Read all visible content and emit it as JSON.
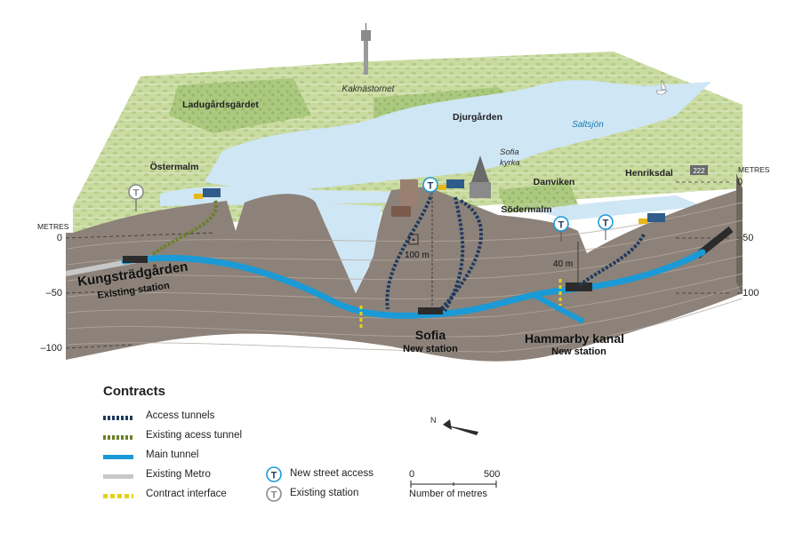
{
  "places": {
    "kaknastornet": "Kaknästornet",
    "ladugardsgardet": "Ladugårdsgärdet",
    "djurgarden": "Djurgården",
    "saltsjon": "Saltsjön",
    "ostermalm": "Östermalm",
    "sofia_kyrka_1": "Sofia",
    "sofia_kyrka_2": "kyrka",
    "danviken": "Danviken",
    "henriksdal": "Henriksdal",
    "sodermalm": "Södermalm",
    "road_222": "222"
  },
  "depth_axis": {
    "left_title": "METRES",
    "right_title": "METRES",
    "left_ticks": [
      "0",
      "–50",
      "–100"
    ],
    "right_ticks": [
      "0",
      "–50",
      "–100"
    ]
  },
  "stations": {
    "kungstradgarden_name": "Kungsträdgården",
    "kungstradgarden_sub": "Existing station",
    "sofia_name": "Sofia",
    "sofia_sub": "New station",
    "hammarby_name": "Hammarby kanal",
    "hammarby_sub": "New station"
  },
  "depth_marks": {
    "sofia_depth": "100 m",
    "hammarby_depth": "40 m"
  },
  "legend": {
    "title": "Contracts",
    "items": [
      {
        "label": "Access tunnels",
        "color": "#1f3a5f"
      },
      {
        "label": "Existing acess tunnel",
        "color": "#6b7f2a"
      },
      {
        "label": "Main tunnel",
        "color": "#1a9ad6"
      },
      {
        "label": "Existing Metro",
        "color": "#c8c8c8"
      },
      {
        "label": "Contract interface",
        "color": "#e6d21a"
      }
    ],
    "icons": [
      {
        "label": "New street access",
        "icon": "T-new-access-icon"
      },
      {
        "label": "Existing station",
        "icon": "T-existing-station-icon"
      }
    ]
  },
  "scale_bar": {
    "start": "0",
    "end": "500",
    "label": "Number of metres"
  },
  "colors": {
    "land": "#c9dba0",
    "water": "#cfe6f5",
    "rock": "#8c8279",
    "rock_top": "#a69d93",
    "main_tunnel": "#1a9ad6",
    "access_tunnel": "#1f3a5f",
    "existing_access": "#6b7f2a",
    "existing_metro": "#c8c8c8",
    "interface": "#e6d21a"
  }
}
